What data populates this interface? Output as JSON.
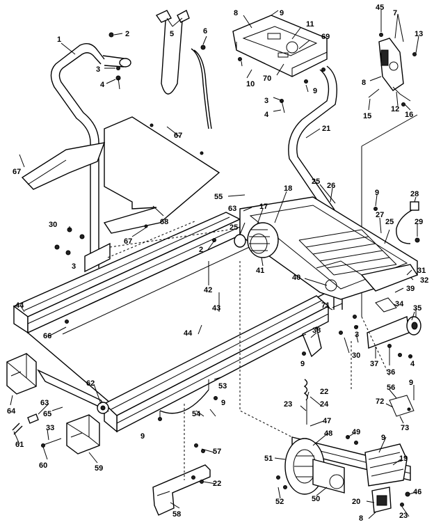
{
  "diagram": {
    "labels": [
      "1",
      "2",
      "3",
      "4",
      "5",
      "6",
      "8",
      "9",
      "11",
      "69",
      "70",
      "10",
      "3",
      "4",
      "9",
      "45",
      "7",
      "13",
      "8",
      "15",
      "12",
      "16",
      "67",
      "67",
      "21",
      "55",
      "63",
      "68",
      "17",
      "18",
      "25",
      "26",
      "9",
      "28",
      "27",
      "25",
      "29",
      "30",
      "3",
      "2",
      "25",
      "41",
      "42",
      "40",
      "31",
      "32",
      "39",
      "34",
      "35",
      "44",
      "43",
      "66",
      "38",
      "71",
      "3",
      "9",
      "30",
      "37",
      "36",
      "4",
      "44",
      "64",
      "62",
      "63",
      "65",
      "53",
      "9",
      "22",
      "23",
      "24",
      "47",
      "56",
      "9",
      "72",
      "73",
      "61",
      "33",
      "60",
      "59",
      "54",
      "9",
      "57",
      "22",
      "48",
      "49",
      "51",
      "9",
      "19",
      "52",
      "50",
      "20",
      "46",
      "23",
      "58",
      "8",
      "67"
    ]
  }
}
